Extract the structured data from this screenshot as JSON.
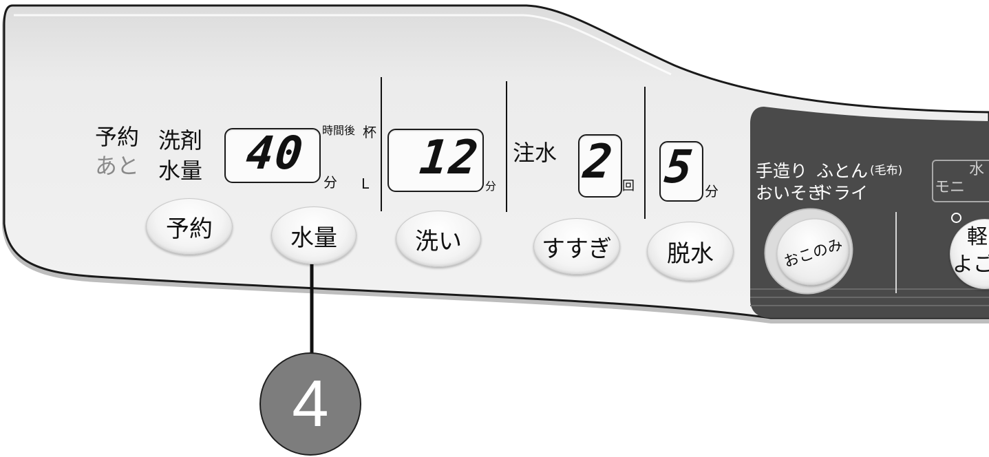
{
  "panel": {
    "reserve_label": "予約",
    "after_label": "あと",
    "detergent_label_line1": "洗剤",
    "detergent_label_line2": "水量",
    "display1_value": "40",
    "unit_hours_later": "時間後",
    "unit_cups": "杯",
    "unit_min1": "分",
    "unit_liter": "L",
    "display2_value": "12",
    "unit_min2": "分",
    "water_label": "注水",
    "display3_value": "2",
    "unit_times": "回",
    "display4_value": "5",
    "unit_min3": "分"
  },
  "buttons": {
    "reserve": "予約",
    "water_level": "水量",
    "wash": "洗い",
    "rinse": "すすぎ",
    "spin": "脱水"
  },
  "course": {
    "line1_a": "手造り",
    "line1_b": "ふとん",
    "line1_c": "(毛布)",
    "line2_a": "おいそぎ",
    "line2_b": "ドライ",
    "favorite_button": "おこのみ",
    "monitor_top": "水",
    "monitor_bottom": "モニ",
    "light_top": "軽",
    "light_bottom": "よご"
  },
  "callout": {
    "number": "4"
  }
}
